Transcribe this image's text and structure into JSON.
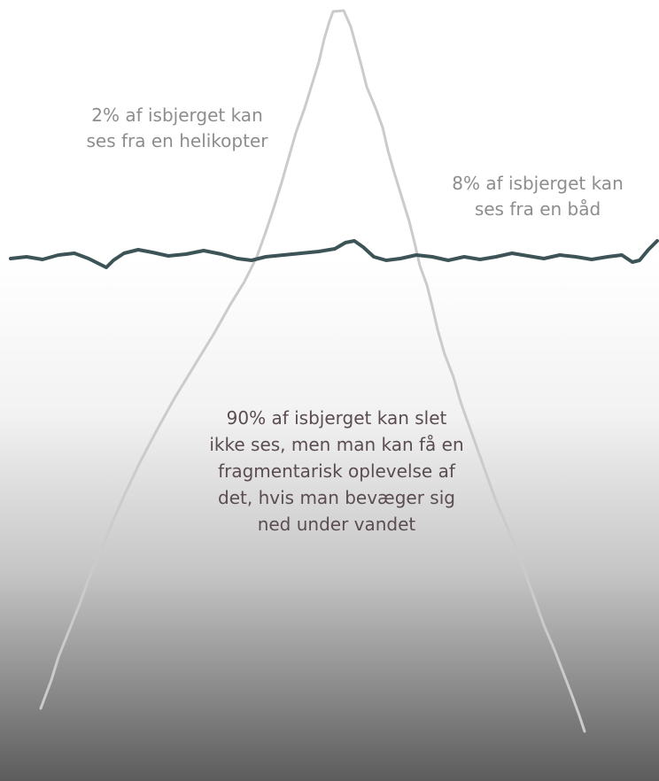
{
  "labels": {
    "helicopter": {
      "line1": "2% af isbjerget kan",
      "line2": "ses fra en helikopter"
    },
    "boat": {
      "line1": "8% af isbjerget kan",
      "line2": "ses fra en båd"
    },
    "underwater": {
      "line1": "90% af isbjerget kan slet",
      "line2": "ikke ses, men man kan få en",
      "line3": "fragmentarisk oplevelse af",
      "line4": "det, hvis man bevæger sig",
      "line5": "ned under vandet"
    }
  },
  "colors": {
    "sky": "#ffffff",
    "water_top": "#ffffff",
    "water_bottom": "#5c5c5c",
    "waterline": "#3d5457",
    "iceberg_outline": "#c8c8c8",
    "label_above": "#8d8d8d",
    "label_below": "#5a4c52"
  }
}
